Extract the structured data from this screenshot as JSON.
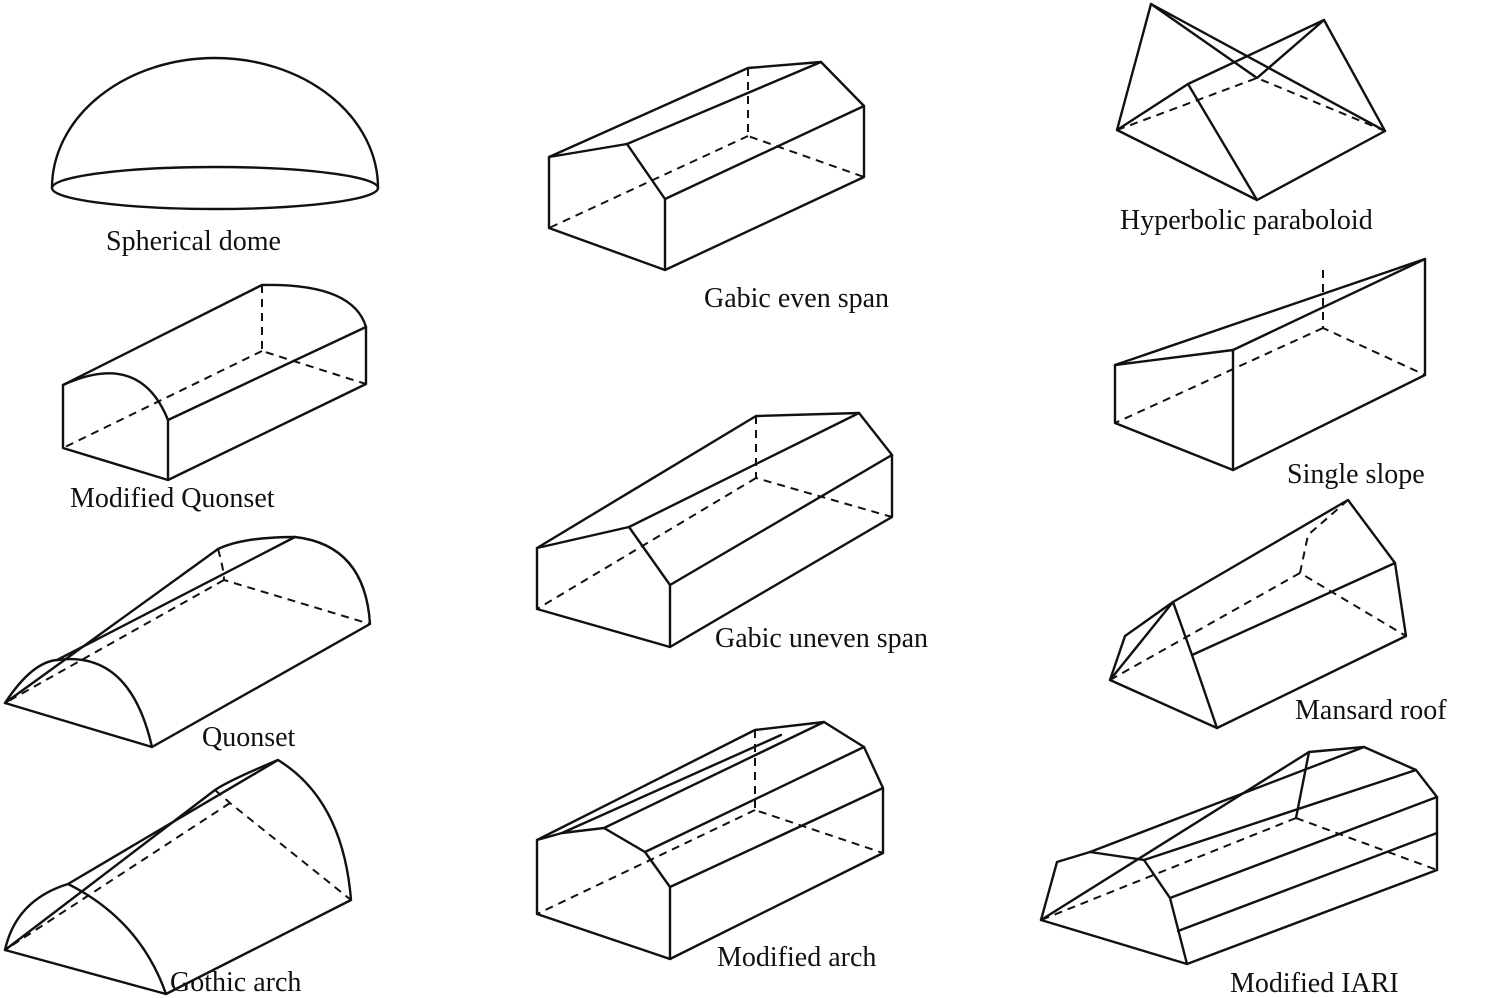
{
  "labels": {
    "spherical_dome": "Spherical dome",
    "gabic_even_span": "Gabic even span",
    "hyperbolic_paraboloid": "Hyperbolic paraboloid",
    "modified_quonset": "Modified Quonset",
    "single_slope": "Single slope",
    "gabic_uneven_span": "Gabic uneven span",
    "quonset": "Quonset",
    "mansard_roof": "Mansard roof",
    "gothic_arch": "Gothic arch",
    "modified_arch": "Modified arch",
    "modified_iari": "Modified IARI"
  },
  "colors": {
    "line": "#111111",
    "background": "#ffffff"
  }
}
